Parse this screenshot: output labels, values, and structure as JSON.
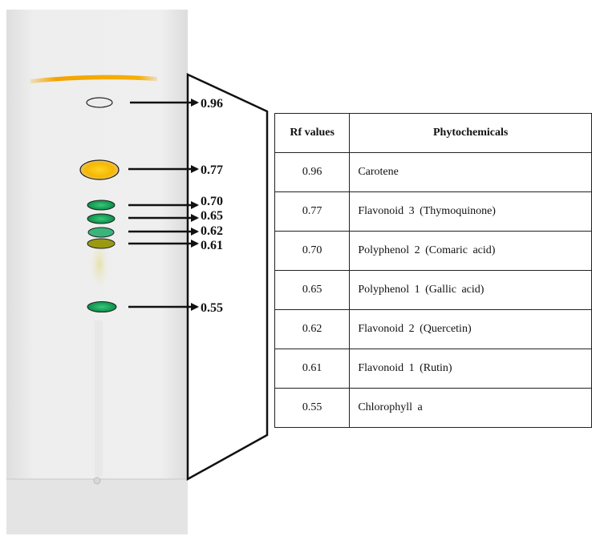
{
  "table": {
    "headers": [
      "Rf values",
      "Phytochemicals"
    ],
    "rows": [
      {
        "rf": "0.96",
        "compound": "Carotene"
      },
      {
        "rf": "0.77",
        "compound": "Flavonoid 3 (Thymoquinone)"
      },
      {
        "rf": "0.70",
        "compound": "Polyphenol 2 (Comaric acid)"
      },
      {
        "rf": "0.65",
        "compound": "Polyphenol 1 (Gallic acid)"
      },
      {
        "rf": "0.62",
        "compound": "Flavonoid 2 (Quercetin)"
      },
      {
        "rf": "0.61",
        "compound": "Flavonoid 1 (Rutin)"
      },
      {
        "rf": "0.55",
        "compound": "Chlorophyll a"
      }
    ]
  },
  "plate_labels": [
    {
      "rf": "0.96"
    },
    {
      "rf": "0.77"
    },
    {
      "rf": "0.70"
    },
    {
      "rf": "0.65"
    },
    {
      "rf": "0.62"
    },
    {
      "rf": "0.61"
    },
    {
      "rf": "0.55"
    }
  ],
  "spot_colors": {
    "carotene_front": "#f2a400",
    "yellow_spot": "#f7c21a",
    "green_spot": "#1aa35a",
    "olive_spot": "#9a9a12",
    "plate": "#ececec"
  }
}
